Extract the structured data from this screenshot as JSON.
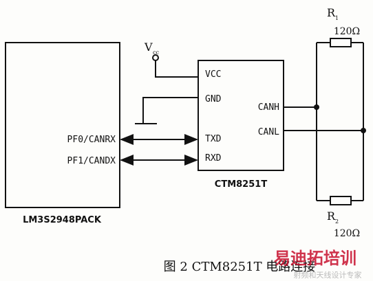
{
  "blocks": {
    "mcu": {
      "name": "LM3S2948PACK",
      "pins": [
        "PF0/CANRX",
        "PF1/CANDX"
      ]
    },
    "transceiver": {
      "name": "CTM8251T",
      "left_pins": [
        "VCC",
        "GND",
        "TXD",
        "RXD"
      ],
      "right_pins": [
        "CANH",
        "CANL"
      ]
    }
  },
  "supply": {
    "label": "V",
    "subscript": "cc"
  },
  "resistors": [
    {
      "ref": "R",
      "subscript": "1",
      "value": "120Ω"
    },
    {
      "ref": "R",
      "subscript": "2",
      "value": "120Ω"
    }
  ],
  "caption": "图 2 CTM8251T 电路连接",
  "watermark": {
    "brand": "易迪拓培训",
    "tagline": "射频和天线设计专家"
  }
}
